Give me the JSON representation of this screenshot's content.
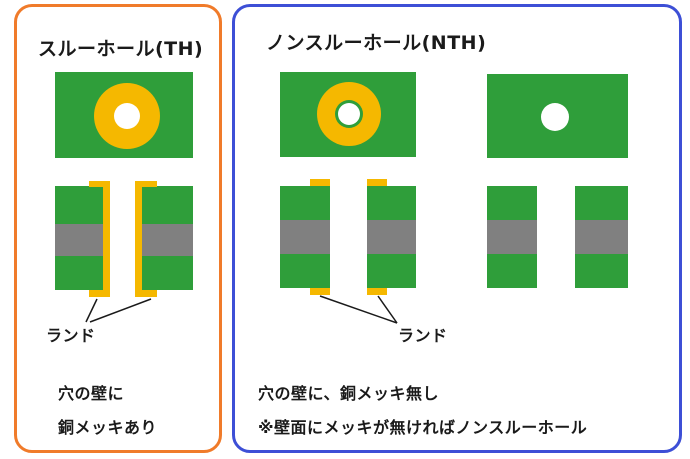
{
  "colors": {
    "board_green": "#2f9e3a",
    "copper_pad": "#f5b800",
    "core_gray": "#808080",
    "th_border": "#f07b2a",
    "nth_border": "#3d4fd6"
  },
  "through_hole": {
    "title": "スルーホール(TH)",
    "land_label": "ランド",
    "description_line1": "穴の壁に",
    "description_line2": "銅メッキあり"
  },
  "non_through_hole": {
    "title": "ノンスルーホール(NTH)",
    "land_label": "ランド",
    "description_line1": "穴の壁に、銅メッキ無し",
    "description_line2": "※壁面にメッキが無ければノンスルーホール"
  }
}
